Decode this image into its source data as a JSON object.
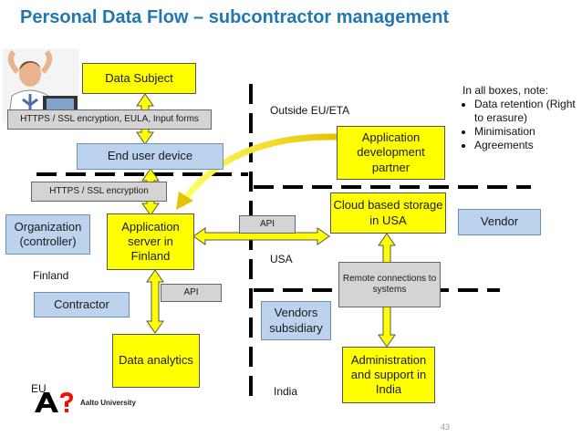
{
  "title": "Personal Data Flow – subcontractor management",
  "boxes": {
    "data_subject": "Data Subject",
    "end_user_device": "End user device",
    "organization": "Organization (controller)",
    "app_server": "Application server in Finland",
    "contractor": "Contractor",
    "data_analytics": "Data analytics",
    "app_dev_partner": "Application development partner",
    "cloud_storage": "Cloud based storage in USA",
    "vendor": "Vendor",
    "vendors_subsidiary": "Vendors subsidiary",
    "admin_support": "Administration and support in India"
  },
  "connectors": {
    "https_forms": "HTTPS / SSL encryption, EULA, Input forms",
    "https_enc": "HTTPS / SSL encryption",
    "api_top": "API",
    "api_bottom": "API",
    "remote": "Remote connections to systems"
  },
  "regions": {
    "outside_eu": "Outside EU/ETA",
    "finland": "Finland",
    "usa": "USA",
    "eu": "EU",
    "india": "India"
  },
  "notes": {
    "header": "In all boxes, note:",
    "items": [
      "Data retention (Right to erasure)",
      "Minimisation",
      "Agreements"
    ]
  },
  "logo": {
    "text": "Aalto University"
  },
  "page_number": "43",
  "colors": {
    "title": "#1f78b4",
    "yellow": "#ffff00",
    "blue": "#bcd3ee",
    "gray": "#d4d4d4"
  }
}
